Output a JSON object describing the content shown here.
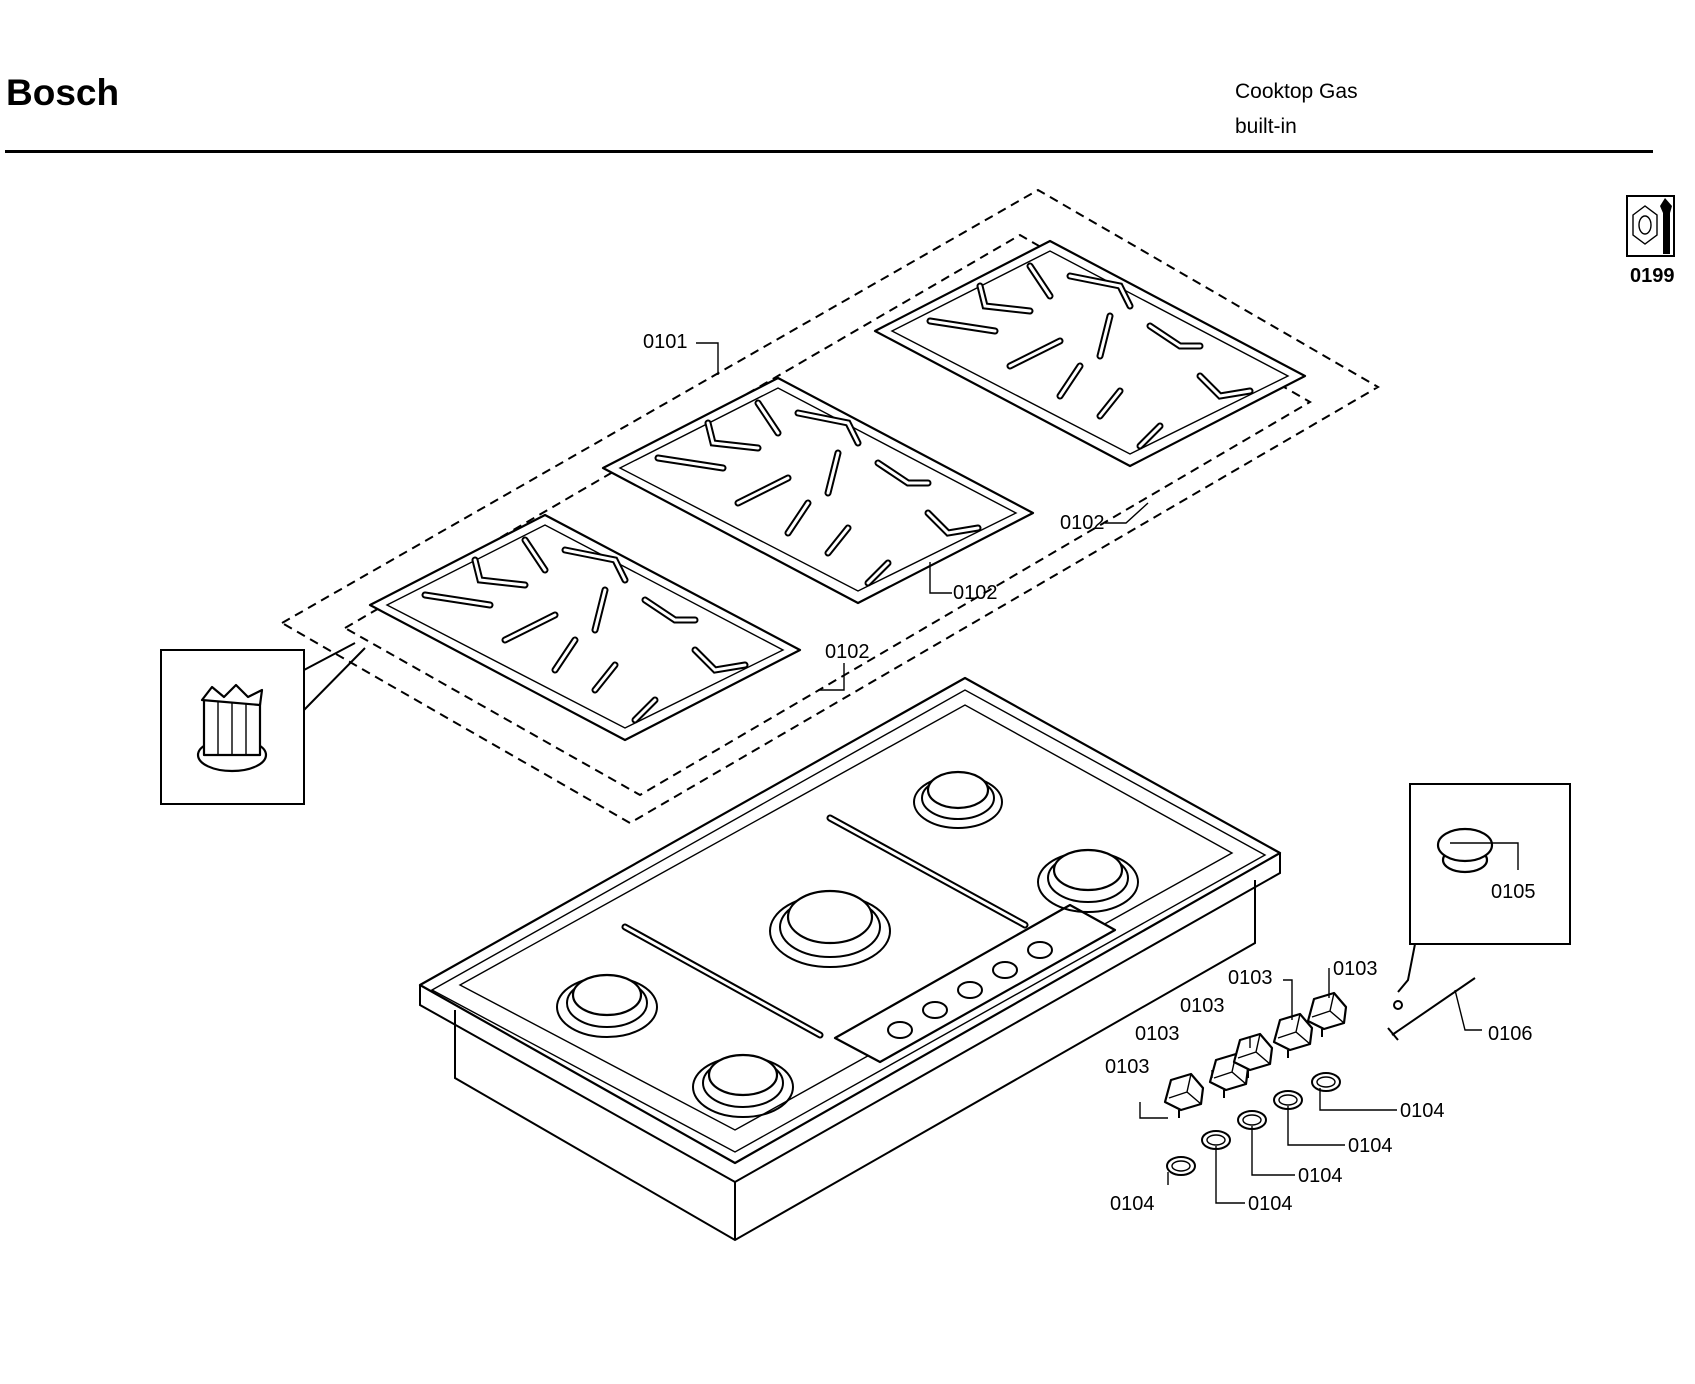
{
  "header": {
    "brand": "Bosch",
    "product_type": "Cooktop Gas",
    "product_variant": "built-in"
  },
  "tool_icon": {
    "icon": "wrench-nut-icon",
    "code": "0199"
  },
  "callouts": {
    "grate_left": "0101",
    "grate_center": "0102",
    "grate_right": "0102",
    "grate_front": "0102",
    "knob_1": "0103",
    "knob_2": "0103",
    "knob_3": "0103",
    "knob_4": "0103",
    "knob_5": "0103",
    "ring_1": "0104",
    "ring_2": "0104",
    "ring_3": "0104",
    "ring_4": "0104",
    "ring_5": "0104",
    "cap": "0105",
    "ignition_wire": "0106"
  }
}
